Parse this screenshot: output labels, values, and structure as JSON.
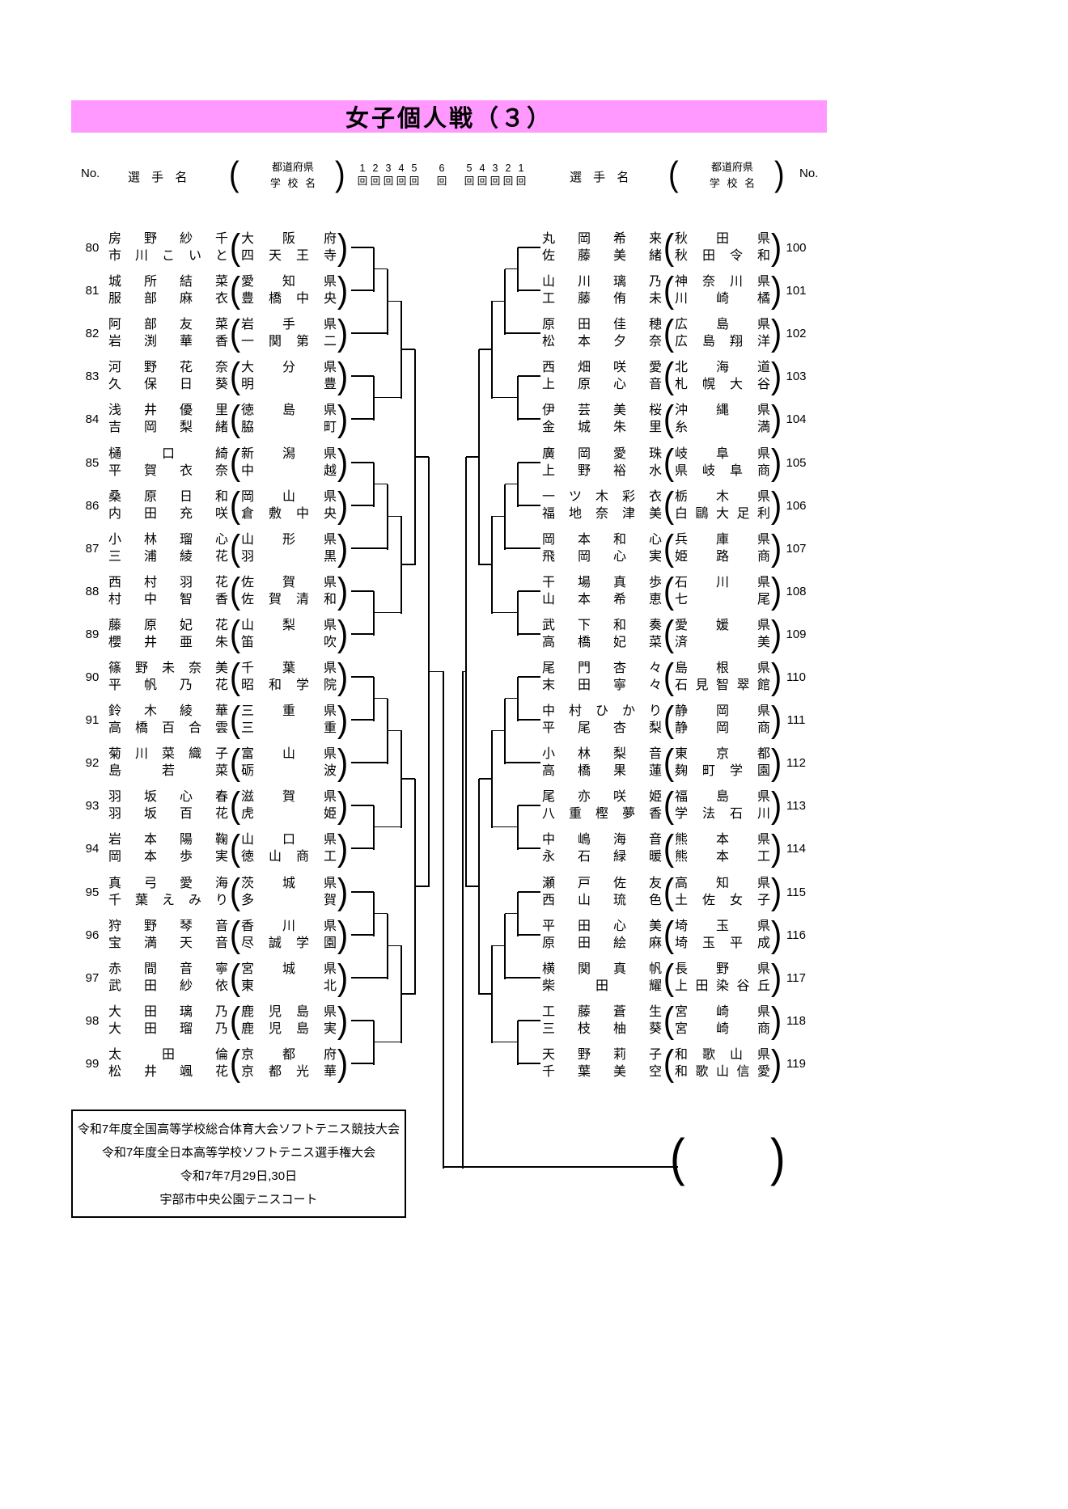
{
  "title": "女子個人戦（３）",
  "header": {
    "no_label": "No.",
    "player_label": "選 手 名",
    "pref_label": "都道府県",
    "school_label": "学 校 名",
    "paren_open": "(",
    "paren_close": ")",
    "rounds": [
      "1",
      "2",
      "3",
      "4",
      "5",
      "6",
      "5",
      "4",
      "3",
      "2",
      "1"
    ],
    "round_suffix": "回"
  },
  "left_entries": [
    {
      "no": "80",
      "p1": "房野 紗千",
      "p2": "市川 こいと",
      "pref": "大阪府",
      "school": "四天王寺"
    },
    {
      "no": "81",
      "p1": "城所 結菜",
      "p2": "服部 麻衣",
      "pref": "愛知県",
      "school": "豊橋中央"
    },
    {
      "no": "82",
      "p1": "阿部 友菜",
      "p2": "岩渕 華香",
      "pref": "岩手県",
      "school": "一関第二"
    },
    {
      "no": "83",
      "p1": "河野 花奈",
      "p2": "久保 日葵",
      "pref": "大分県",
      "school": "明豊"
    },
    {
      "no": "84",
      "p1": "浅井 優里",
      "p2": "吉岡 梨緒",
      "pref": "徳島県",
      "school": "脇町"
    },
    {
      "no": "85",
      "p1": "樋口 綺",
      "p2": "平賀 衣奈",
      "pref": "新潟県",
      "school": "中越"
    },
    {
      "no": "86",
      "p1": "桑原 日和",
      "p2": "内田 充咲",
      "pref": "岡山県",
      "school": "倉敷中央"
    },
    {
      "no": "87",
      "p1": "小林 瑠心",
      "p2": "三浦 綾花",
      "pref": "山形県",
      "school": "羽黒"
    },
    {
      "no": "88",
      "p1": "西村 羽花",
      "p2": "村中 智香",
      "pref": "佐賀県",
      "school": "佐賀清和"
    },
    {
      "no": "89",
      "p1": "藤原 妃花",
      "p2": "櫻井 亜朱",
      "pref": "山梨県",
      "school": "笛吹"
    },
    {
      "no": "90",
      "p1": "篠野 未奈美",
      "p2": "平 帆乃花",
      "pref": "千葉県",
      "school": "昭和学院"
    },
    {
      "no": "91",
      "p1": "鈴木 綾華",
      "p2": "高橋 百合雲",
      "pref": "三重県",
      "school": "三重"
    },
    {
      "no": "92",
      "p1": "菊川 菜織子",
      "p2": "島 若菜",
      "pref": "富山県",
      "school": "砺波"
    },
    {
      "no": "93",
      "p1": "羽坂 心春",
      "p2": "羽坂 百花",
      "pref": "滋賀県",
      "school": "虎姫"
    },
    {
      "no": "94",
      "p1": "岩本 陽鞠",
      "p2": "岡本 歩実",
      "pref": "山口県",
      "school": "徳山商工"
    },
    {
      "no": "95",
      "p1": "真弓 愛海",
      "p2": "千葉 えみり",
      "pref": "茨城県",
      "school": "多賀"
    },
    {
      "no": "96",
      "p1": "狩野 琴音",
      "p2": "宝満 天音",
      "pref": "香川県",
      "school": "尽誠学園"
    },
    {
      "no": "97",
      "p1": "赤間 音寧",
      "p2": "武田 紗依",
      "pref": "宮城県",
      "school": "東北"
    },
    {
      "no": "98",
      "p1": "大田 璃乃",
      "p2": "大田 瑠乃",
      "pref": "鹿児島県",
      "school": "鹿児島実"
    },
    {
      "no": "99",
      "p1": "太田 倫",
      "p2": "松井 颯花",
      "pref": "京都府",
      "school": "京都光華"
    }
  ],
  "right_entries": [
    {
      "no": "100",
      "p1": "丸岡 希来",
      "p2": "佐藤 美緒",
      "pref": "秋田県",
      "school": "秋田令和"
    },
    {
      "no": "101",
      "p1": "山川 璃乃",
      "p2": "工藤 侑未",
      "pref": "神奈川県",
      "school": "川崎橘"
    },
    {
      "no": "102",
      "p1": "原田 佳穂",
      "p2": "松本 夕奈",
      "pref": "広島県",
      "school": "広島翔洋"
    },
    {
      "no": "103",
      "p1": "西畑 咲愛",
      "p2": "上原 心音",
      "pref": "北海道",
      "school": "札幌大谷"
    },
    {
      "no": "104",
      "p1": "伊芸 美桜",
      "p2": "金城 朱里",
      "pref": "沖縄県",
      "school": "糸満"
    },
    {
      "no": "105",
      "p1": "廣岡 愛珠",
      "p2": "上野 裕水",
      "pref": "岐阜県",
      "school": "県岐阜商"
    },
    {
      "no": "106",
      "p1": "一ツ木 彩衣",
      "p2": "福地 奈津美",
      "pref": "栃木県",
      "school": "白鷗大足利"
    },
    {
      "no": "107",
      "p1": "岡本 和心",
      "p2": "飛岡 心実",
      "pref": "兵庫県",
      "school": "姫路商"
    },
    {
      "no": "108",
      "p1": "干場 真歩",
      "p2": "山本 希恵",
      "pref": "石川県",
      "school": "七尾"
    },
    {
      "no": "109",
      "p1": "武下 和奏",
      "p2": "高橋 妃菜",
      "pref": "愛媛県",
      "school": "済美"
    },
    {
      "no": "110",
      "p1": "尾門 杏々",
      "p2": "末田 寧々",
      "pref": "島根県",
      "school": "石見智翠館"
    },
    {
      "no": "111",
      "p1": "中村 ひかり",
      "p2": "平尾 杏梨",
      "pref": "静岡県",
      "school": "静岡商"
    },
    {
      "no": "112",
      "p1": "小林 梨音",
      "p2": "高橋 果蓮",
      "pref": "東京都",
      "school": "麹町学園"
    },
    {
      "no": "113",
      "p1": "尾亦 咲姫",
      "p2": "八重樫 夢香",
      "pref": "福島県",
      "school": "学法石川"
    },
    {
      "no": "114",
      "p1": "中嶋 海音",
      "p2": "永石 緑暖",
      "pref": "熊本県",
      "school": "熊本工"
    },
    {
      "no": "115",
      "p1": "瀬戸 佐友",
      "p2": "西山 琉色",
      "pref": "高知県",
      "school": "土佐女子"
    },
    {
      "no": "116",
      "p1": "平田 心美",
      "p2": "原田 絵麻",
      "pref": "埼玉県",
      "school": "埼玉平成"
    },
    {
      "no": "117",
      "p1": "横関 真帆",
      "p2": "柴田 耀",
      "pref": "長野県",
      "school": "上田染谷丘"
    },
    {
      "no": "118",
      "p1": "工藤 蒼生",
      "p2": "三枝 柚葵",
      "pref": "宮崎県",
      "school": "宮崎商"
    },
    {
      "no": "119",
      "p1": "天野 莉子",
      "p2": "千葉 美空",
      "pref": "和歌山県",
      "school": "和歌山信愛"
    }
  ],
  "footer": {
    "lines": [
      "令和7年度全国高等学校総合体育大会ソフトテニス競技大会",
      "令和7年度全日本高等学校ソフトテニス選手権大会",
      "令和7年7月29日,30日",
      "宇部市中央公園テニスコート"
    ]
  },
  "colors": {
    "title_bg": "#ff99ff",
    "line": "#000000"
  }
}
